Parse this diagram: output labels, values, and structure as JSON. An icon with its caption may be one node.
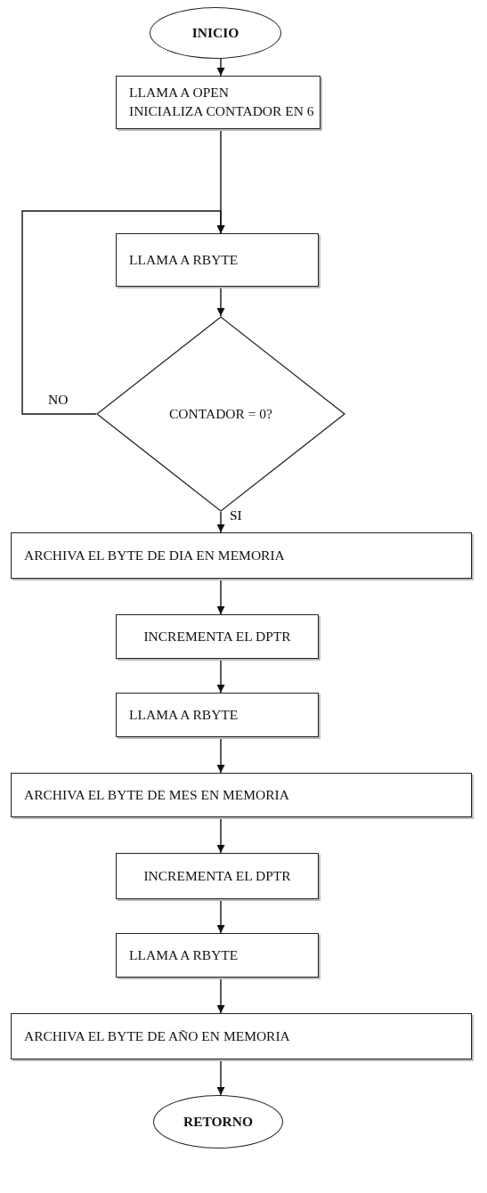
{
  "diagram": {
    "nodes": [
      {
        "text": [
          "INICIO"
        ]
      },
      {
        "text": [
          "LLAMA A OPEN",
          "INICIALIZA CONTADOR EN 6"
        ]
      },
      {
        "text": [
          "LLAMA A RBYTE"
        ]
      },
      {
        "text": [
          "CONTADOR = 0?"
        ]
      },
      {
        "text": [
          "ARCHIVA EL BYTE DE DIA EN MEMORIA"
        ]
      },
      {
        "text": [
          "INCREMENTA EL DPTR"
        ]
      },
      {
        "text": [
          "LLAMA A RBYTE"
        ]
      },
      {
        "text": [
          "ARCHIVA EL BYTE DE MES EN MEMORIA"
        ]
      },
      {
        "text": [
          "INCREMENTA EL DPTR"
        ]
      },
      {
        "text": [
          "LLAMA A RBYTE"
        ]
      },
      {
        "text": [
          "ARCHIVA EL BYTE DE AÑO EN MEMORIA"
        ]
      },
      {
        "text": [
          "RETORNO"
        ]
      }
    ],
    "edges": [
      {
        "from": 0,
        "to": 1,
        "arrow": "to"
      },
      {
        "from": 1,
        "to": 2,
        "arrow": "to"
      },
      {
        "from": 3,
        "to": 2,
        "arrow": "to",
        "label": "NO"
      },
      {
        "from": 2,
        "to": 3,
        "arrow": "to"
      },
      {
        "from": 3,
        "to": 4,
        "arrow": "to",
        "label": "SI"
      },
      {
        "from": 4,
        "to": 5,
        "arrow": "to"
      },
      {
        "from": 5,
        "to": 6,
        "arrow": "to"
      },
      {
        "from": 6,
        "to": 7,
        "arrow": "to"
      },
      {
        "from": 7,
        "to": 8,
        "arrow": "to"
      },
      {
        "from": 8,
        "to": 9,
        "arrow": "to"
      },
      {
        "from": 9,
        "to": 10,
        "arrow": "to"
      },
      {
        "from": 10,
        "to": 11,
        "arrow": "to"
      }
    ]
  }
}
